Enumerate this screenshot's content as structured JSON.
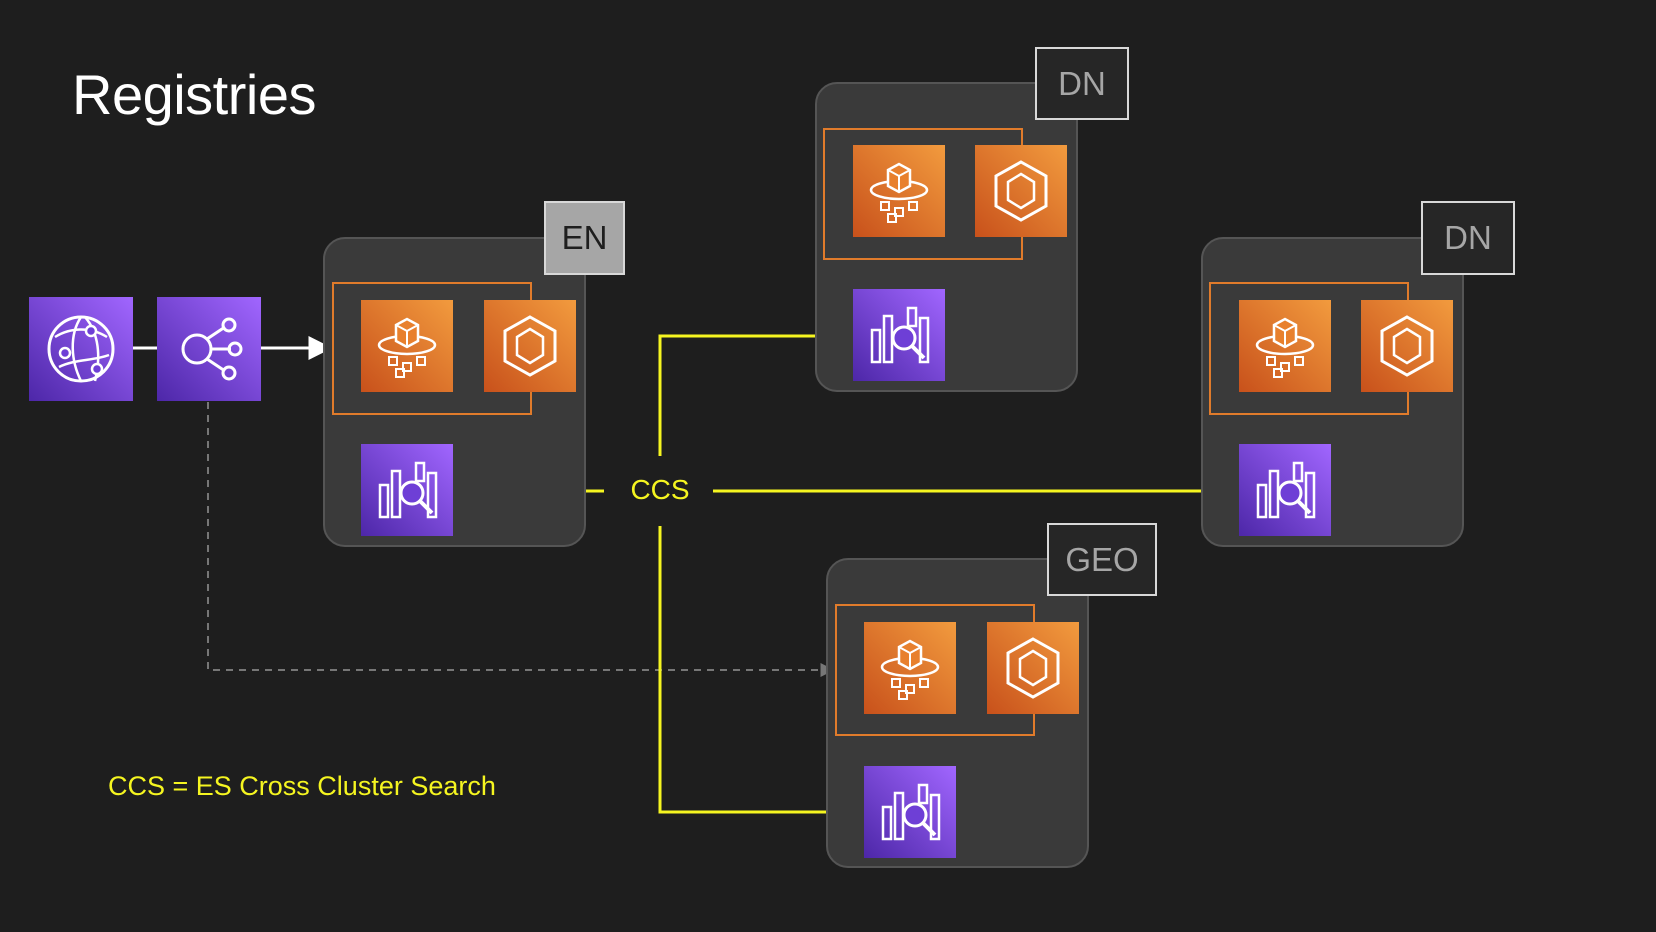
{
  "title": "Registries",
  "clusters": {
    "en": {
      "tag": "EN"
    },
    "dn_top": {
      "tag": "DN"
    },
    "dn_right": {
      "tag": "DN"
    },
    "geo": {
      "tag": "GEO"
    }
  },
  "connector": {
    "label": "CCS"
  },
  "legend": {
    "text": "CCS = ES Cross Cluster Search"
  },
  "colors": {
    "background": "#1e1e1e",
    "cluster_fill": "#3a3a3a",
    "ccs_line": "#f5f520",
    "group_border": "#e07b2b",
    "orange_icon": "#e8802d",
    "purple_icon": "#6e3fd6"
  },
  "icons": {
    "entry": [
      "globe-network-icon",
      "load-balancer-icon"
    ],
    "per_cluster": [
      "federated-service-icon",
      "container-registry-icon",
      "search-cluster-icon"
    ]
  }
}
